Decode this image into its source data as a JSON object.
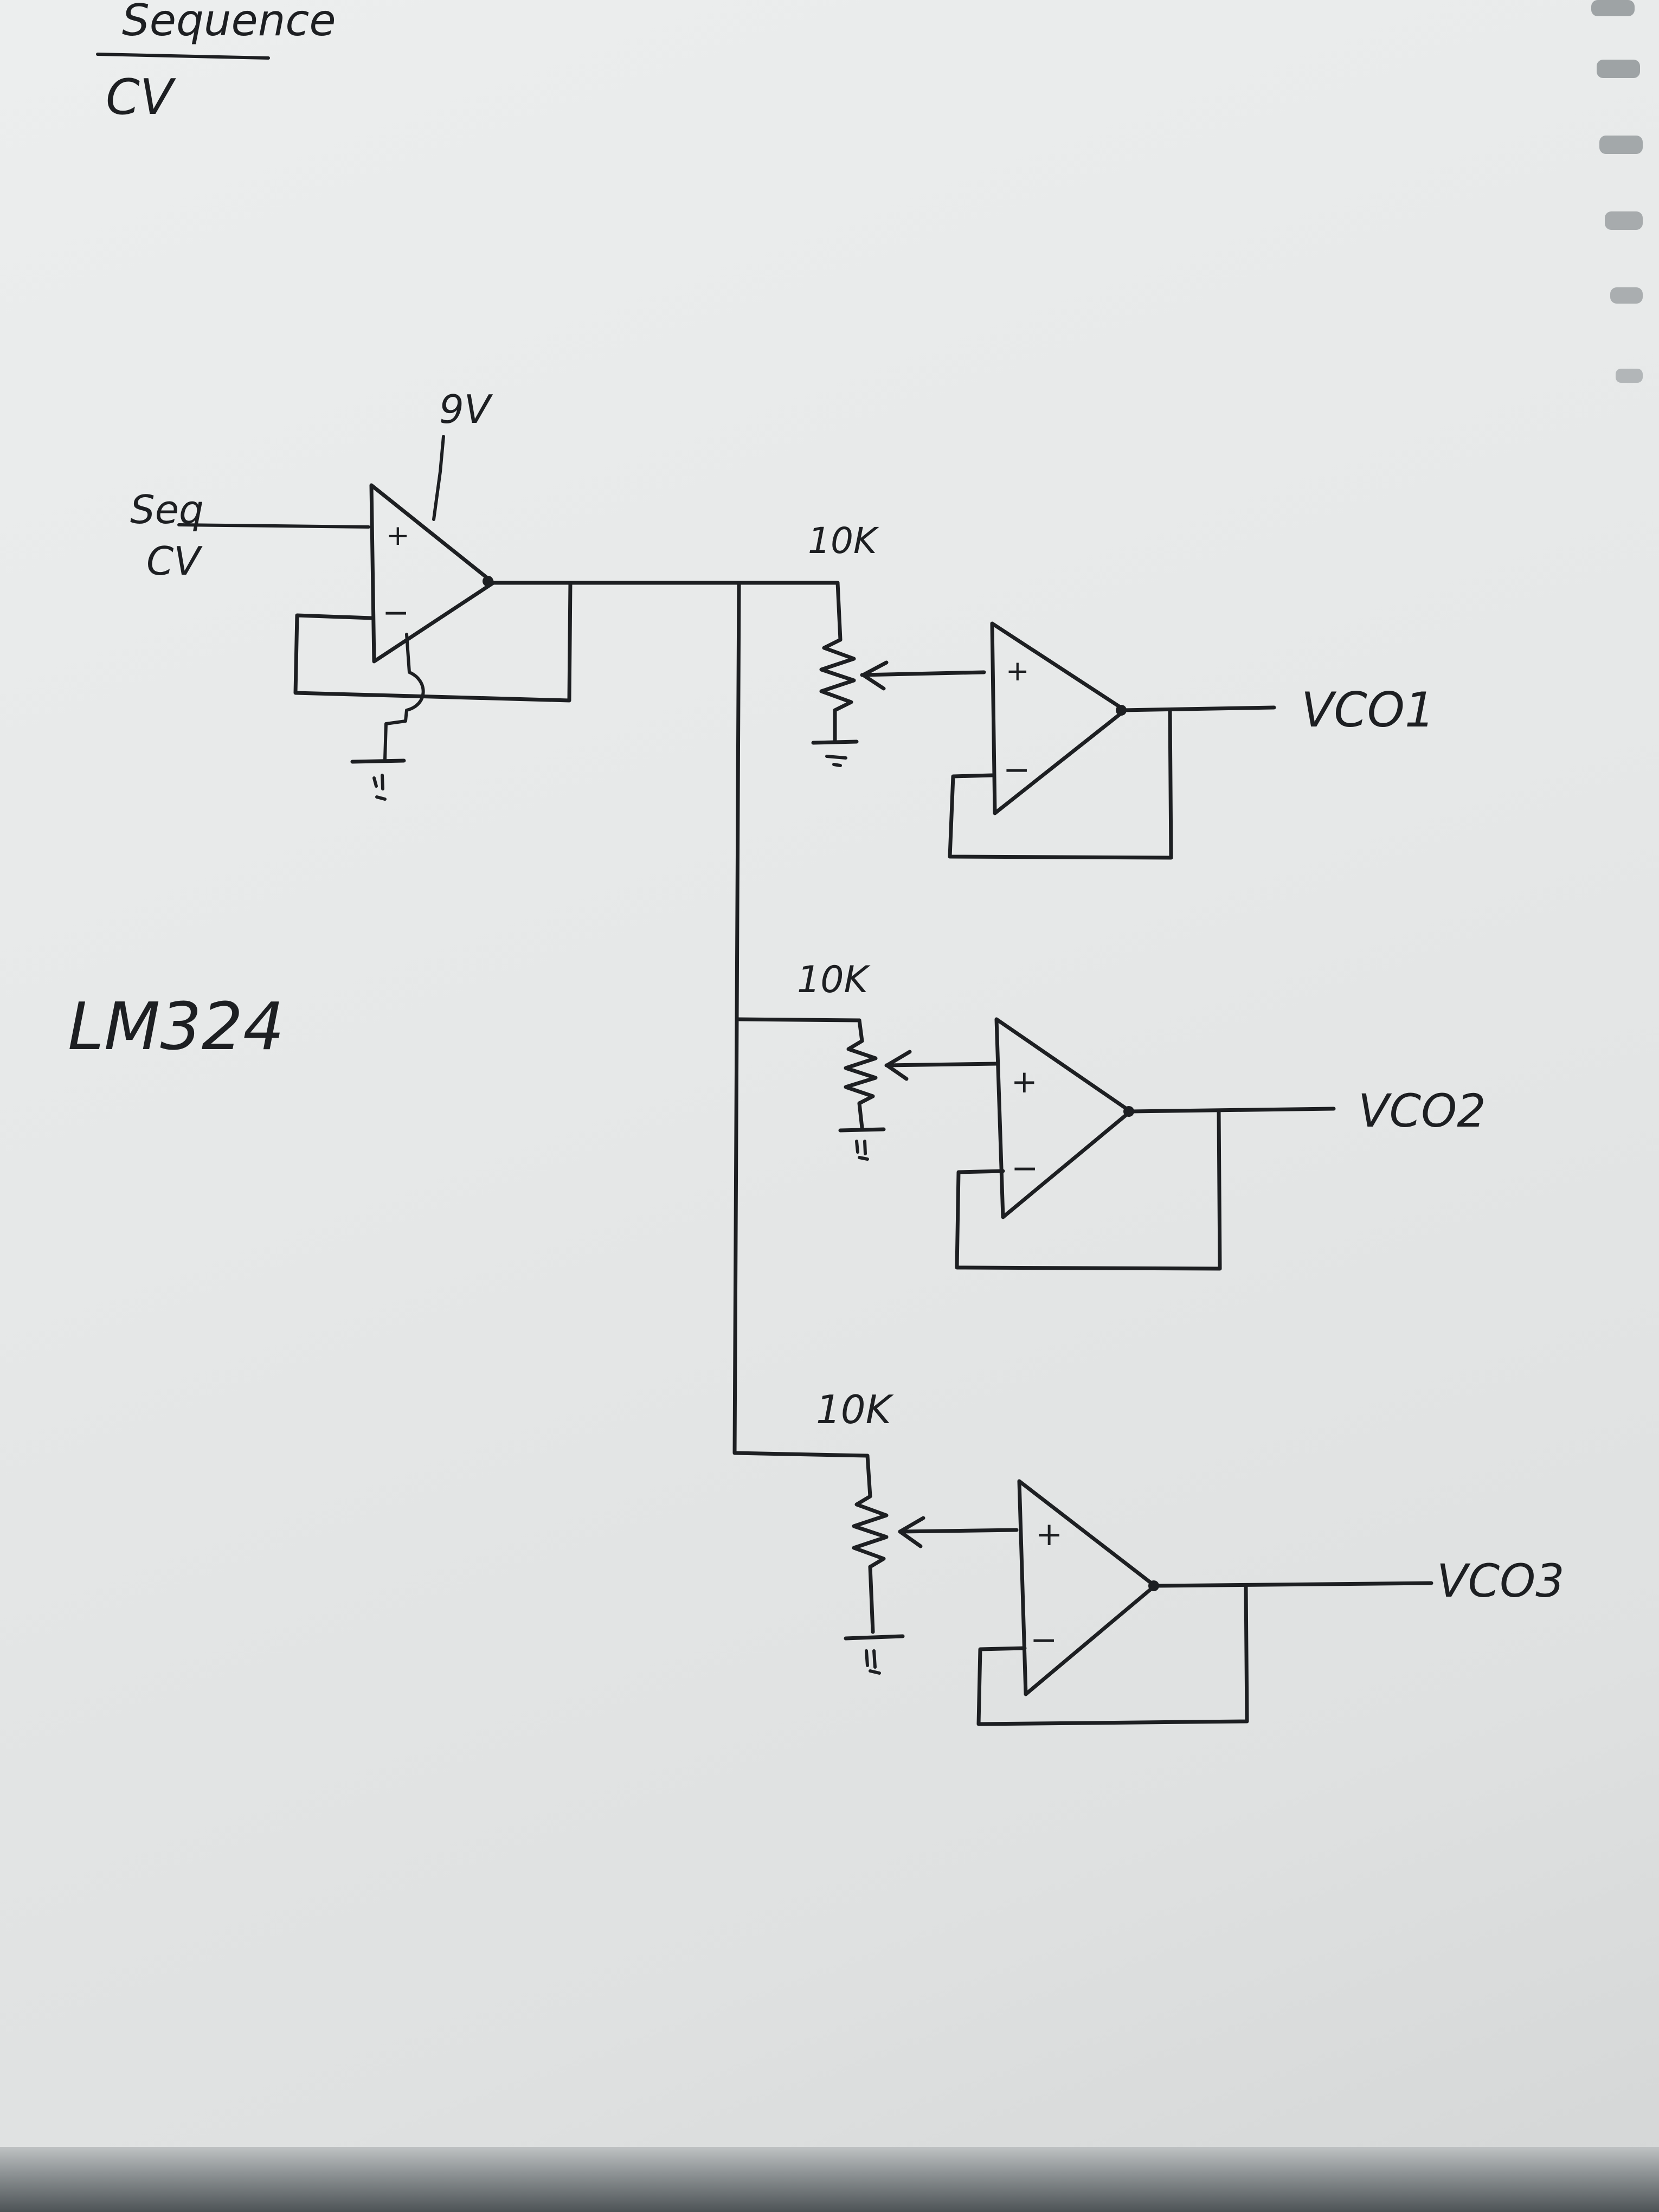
{
  "notes": {
    "header_word": "Sequence",
    "header_sub": "CV",
    "chip": "LM324"
  },
  "buffer": {
    "supply_label": "9V",
    "input_label_line1": "Seq",
    "input_label_line2": "CV",
    "plus_sign": "+",
    "minus_sign": "−"
  },
  "outputs": [
    {
      "pot_label": "10K",
      "output_label": "VCO1",
      "plus_sign": "+",
      "minus_sign": "−"
    },
    {
      "pot_label": "10K",
      "output_label": "VCO2",
      "plus_sign": "+",
      "minus_sign": "−"
    },
    {
      "pot_label": "10K",
      "output_label": "VCO3",
      "plus_sign": "+",
      "minus_sign": "−"
    }
  ]
}
